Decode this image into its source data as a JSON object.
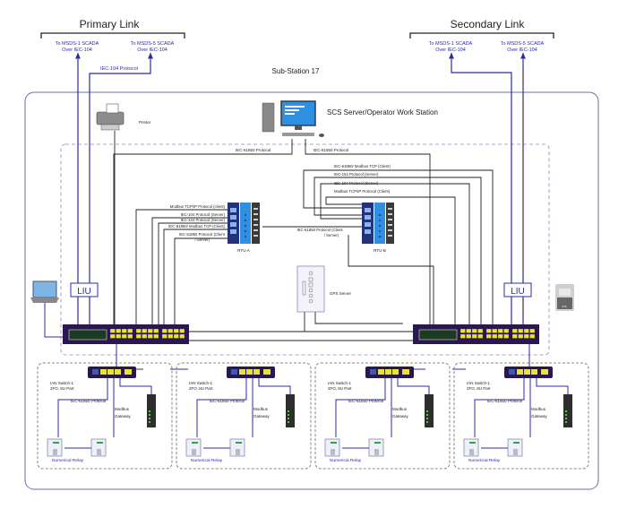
{
  "title": "Sub-Station 17",
  "primary_link": {
    "label": "Primary Link",
    "targets": [
      {
        "line1": "To MSDS-1 SCADA",
        "line2": "Over IEC-104"
      },
      {
        "line1": "To MSDS-5 SCADA",
        "line2": "Over IEC-104"
      }
    ],
    "protocol": "IEC-104 Protocol"
  },
  "secondary_link": {
    "label": "Secondary Link",
    "targets": [
      {
        "line1": "To MSDS-1 SCADA",
        "line2": "Over IEC-104"
      },
      {
        "line1": "To MSDS-5 SCADA",
        "line2": "Over IEC-104"
      }
    ]
  },
  "printer": {
    "label": "Printer"
  },
  "workstation": {
    "label": "SCS Server/Operator Work Station",
    "left_protocol": "IEC-61850 Protocol",
    "right_protocol": "IEC-61850 Protocol"
  },
  "rtu_a": {
    "label": "RTU-A",
    "protocols": [
      "Modbus TCP/IP Protocol (client)",
      "IEC-104 Protocol (Server)",
      "IEC-104 Protocol (Server)",
      "IEC-61850/ Modbus TCP (Client)",
      "IEC-61850 Protocol (Client",
      "/ Server)"
    ],
    "link_protocol_line1": "IEC-61850 Protocol (Client",
    "link_protocol_line2": "/ Server)"
  },
  "rtu_b": {
    "label": "RTU-B",
    "protocols": [
      "IEC-61850/ Modbus TCP (Client)",
      "IEC-104 Protocol (Server)",
      "IEC-104 Protocol (Server)",
      "Modbus TCP/IP Protocol (Client)"
    ]
  },
  "gps_server": {
    "label": "GPS Server"
  },
  "liu_left": {
    "label": "LIU"
  },
  "liu_right": {
    "label": "LIU"
  },
  "ups": {
    "label": "UPS"
  },
  "bays": [
    {
      "switch_line1": "IAN Switch-1",
      "switch_line2": "2FO, 8U Part",
      "protocol": "IEC-61850 Protocol",
      "gateway_line1": "Modbus",
      "gateway_line2": "Gateway",
      "relay_label": "Numerical Relay"
    },
    {
      "switch_line1": "IAN Switch-1",
      "switch_line2": "2FO, 8U Part",
      "protocol": "IEC-61850 Protocol",
      "gateway_line1": "Modbus",
      "gateway_line2": "Gateway",
      "relay_label": "Numerical Relay"
    },
    {
      "switch_line1": "IAN Switch-1",
      "switch_line2": "2FO, 8U Part",
      "protocol": "IEC-61850 Protocol",
      "gateway_line1": "Modbus",
      "gateway_line2": "Gateway",
      "relay_label": "Numerical Relay"
    },
    {
      "switch_line1": "IAN Switch-1",
      "switch_line2": "2FO, 8U Part",
      "protocol": "IEC-61850 Protocol",
      "gateway_line1": "Modbus",
      "gateway_line2": "Gateway",
      "relay_label": "Numerical Relay"
    }
  ],
  "colors": {
    "fiber": "#2b2aa8",
    "copper": "#222222",
    "switch_body": "#2a1650",
    "switch_ports": "#e8e23a",
    "frame": "#6d6ab0",
    "rtu_blue": "#2f8fe0",
    "rtu_navy": "#24327a"
  }
}
